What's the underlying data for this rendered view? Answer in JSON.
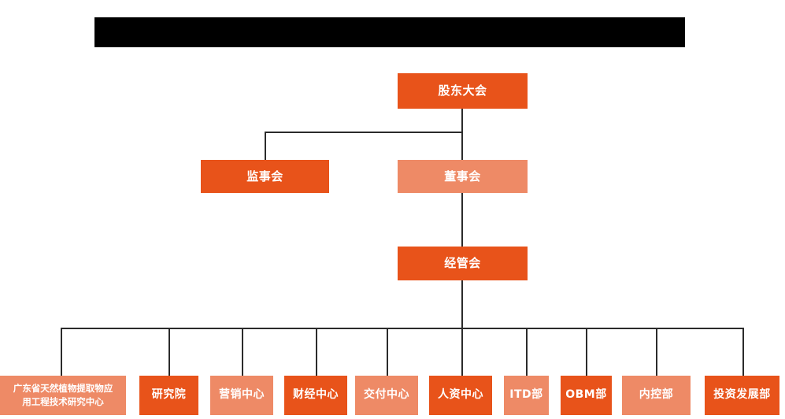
{
  "chart": {
    "type": "org-chart",
    "title_bar": {
      "label": "",
      "redacted": true,
      "color": "#000000"
    },
    "colors": {
      "dark_orange": "#e8531a",
      "light_orange": "#ee8a66",
      "line": "#2b2b2b",
      "background": "#ffffff",
      "text": "#ffffff"
    },
    "levels": [
      {
        "level": 1,
        "nodes": [
          {
            "id": "shareholders",
            "label": "股东大会",
            "tone": "dark"
          }
        ]
      },
      {
        "level": 2,
        "nodes": [
          {
            "id": "supervisors",
            "label": "监事会",
            "tone": "dark"
          },
          {
            "id": "directors",
            "label": "董事会",
            "tone": "light"
          }
        ]
      },
      {
        "level": 3,
        "nodes": [
          {
            "id": "management",
            "label": "经管会",
            "tone": "dark"
          }
        ]
      },
      {
        "level": 4,
        "nodes": [
          {
            "id": "dept-research-center",
            "label": "广东省天然植物提取物应\n用工程技术研究中心",
            "tone": "light"
          },
          {
            "id": "dept-institute",
            "label": "研究院",
            "tone": "dark"
          },
          {
            "id": "dept-marketing",
            "label": "营销中心",
            "tone": "light"
          },
          {
            "id": "dept-finance",
            "label": "财经中心",
            "tone": "dark"
          },
          {
            "id": "dept-delivery",
            "label": "交付中心",
            "tone": "light"
          },
          {
            "id": "dept-hr",
            "label": "人资中心",
            "tone": "dark"
          },
          {
            "id": "dept-itd",
            "label": "ITD部",
            "tone": "light"
          },
          {
            "id": "dept-obm",
            "label": "OBM部",
            "tone": "dark"
          },
          {
            "id": "dept-internal-control",
            "label": "内控部",
            "tone": "light"
          },
          {
            "id": "dept-investment",
            "label": "投资发展部",
            "tone": "dark"
          }
        ]
      }
    ]
  }
}
